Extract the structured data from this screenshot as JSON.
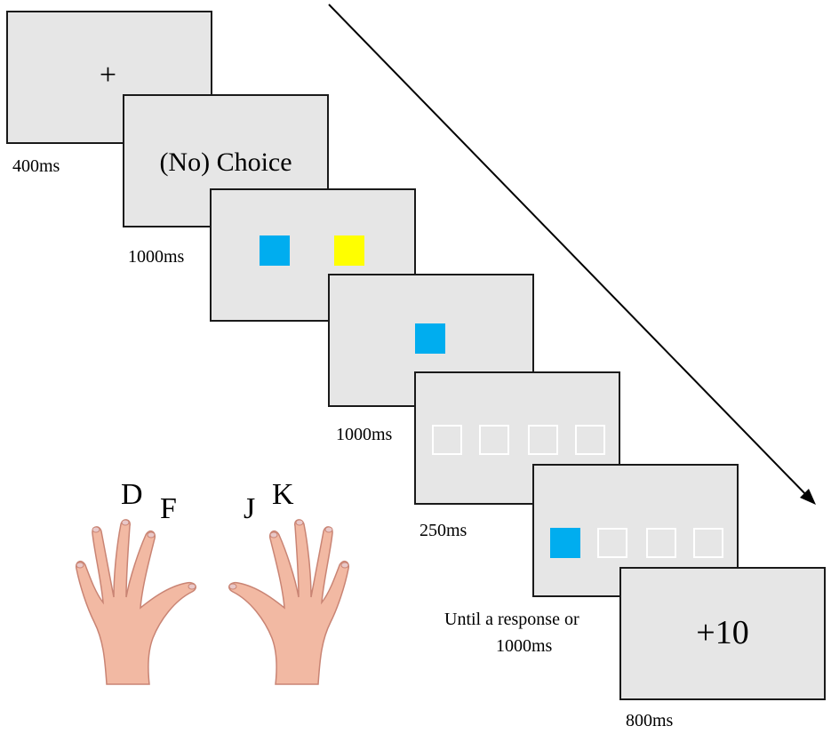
{
  "screens": {
    "fixation": {
      "symbol": "+",
      "duration": "400ms"
    },
    "choice": {
      "text": "(No) Choice",
      "duration": "1000ms"
    },
    "options": {
      "left_color": "#00adef",
      "right_color": "#ffff00"
    },
    "selected": {
      "color": "#00adef",
      "duration": "1000ms"
    },
    "placeholders": {
      "duration": "250ms"
    },
    "target": {
      "color": "#00adef",
      "duration_line1": "Until a response or",
      "duration_line2": "1000ms"
    },
    "feedback": {
      "text": "+10",
      "duration": "800ms"
    }
  },
  "keys": {
    "left_middle": "D",
    "left_index": "F",
    "right_index": "J",
    "right_middle": "K"
  },
  "colors": {
    "screen_bg": "#e6e6e6",
    "skin": "#f2b9a3",
    "skin_shadow": "#d98a78"
  }
}
